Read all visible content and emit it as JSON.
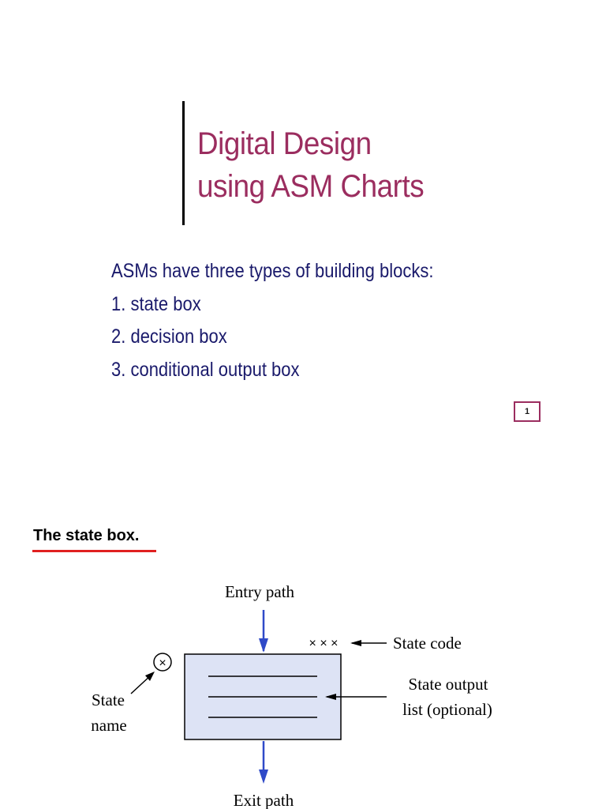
{
  "title": {
    "line1": "Digital Design",
    "line2": "using ASM Charts"
  },
  "intro": {
    "lead": "ASMs have three types of building blocks:",
    "items": [
      "1. state box",
      "2. decision box",
      "3. conditional output box"
    ]
  },
  "page_number": "1",
  "section": {
    "heading": "The state box."
  },
  "figure": {
    "entry_label": "Entry path",
    "exit_label": "Exit path",
    "state_code_marks": "× × ×",
    "state_code_label": "State code",
    "output_label_line1": "State output",
    "output_label_line2": "list (optional)",
    "state_name_line1": "State",
    "state_name_line2": "name",
    "state_symbol": "×",
    "colors": {
      "box_fill": "#dde3f5",
      "arrow": "#2f4ac8",
      "ink": "#000000"
    }
  }
}
